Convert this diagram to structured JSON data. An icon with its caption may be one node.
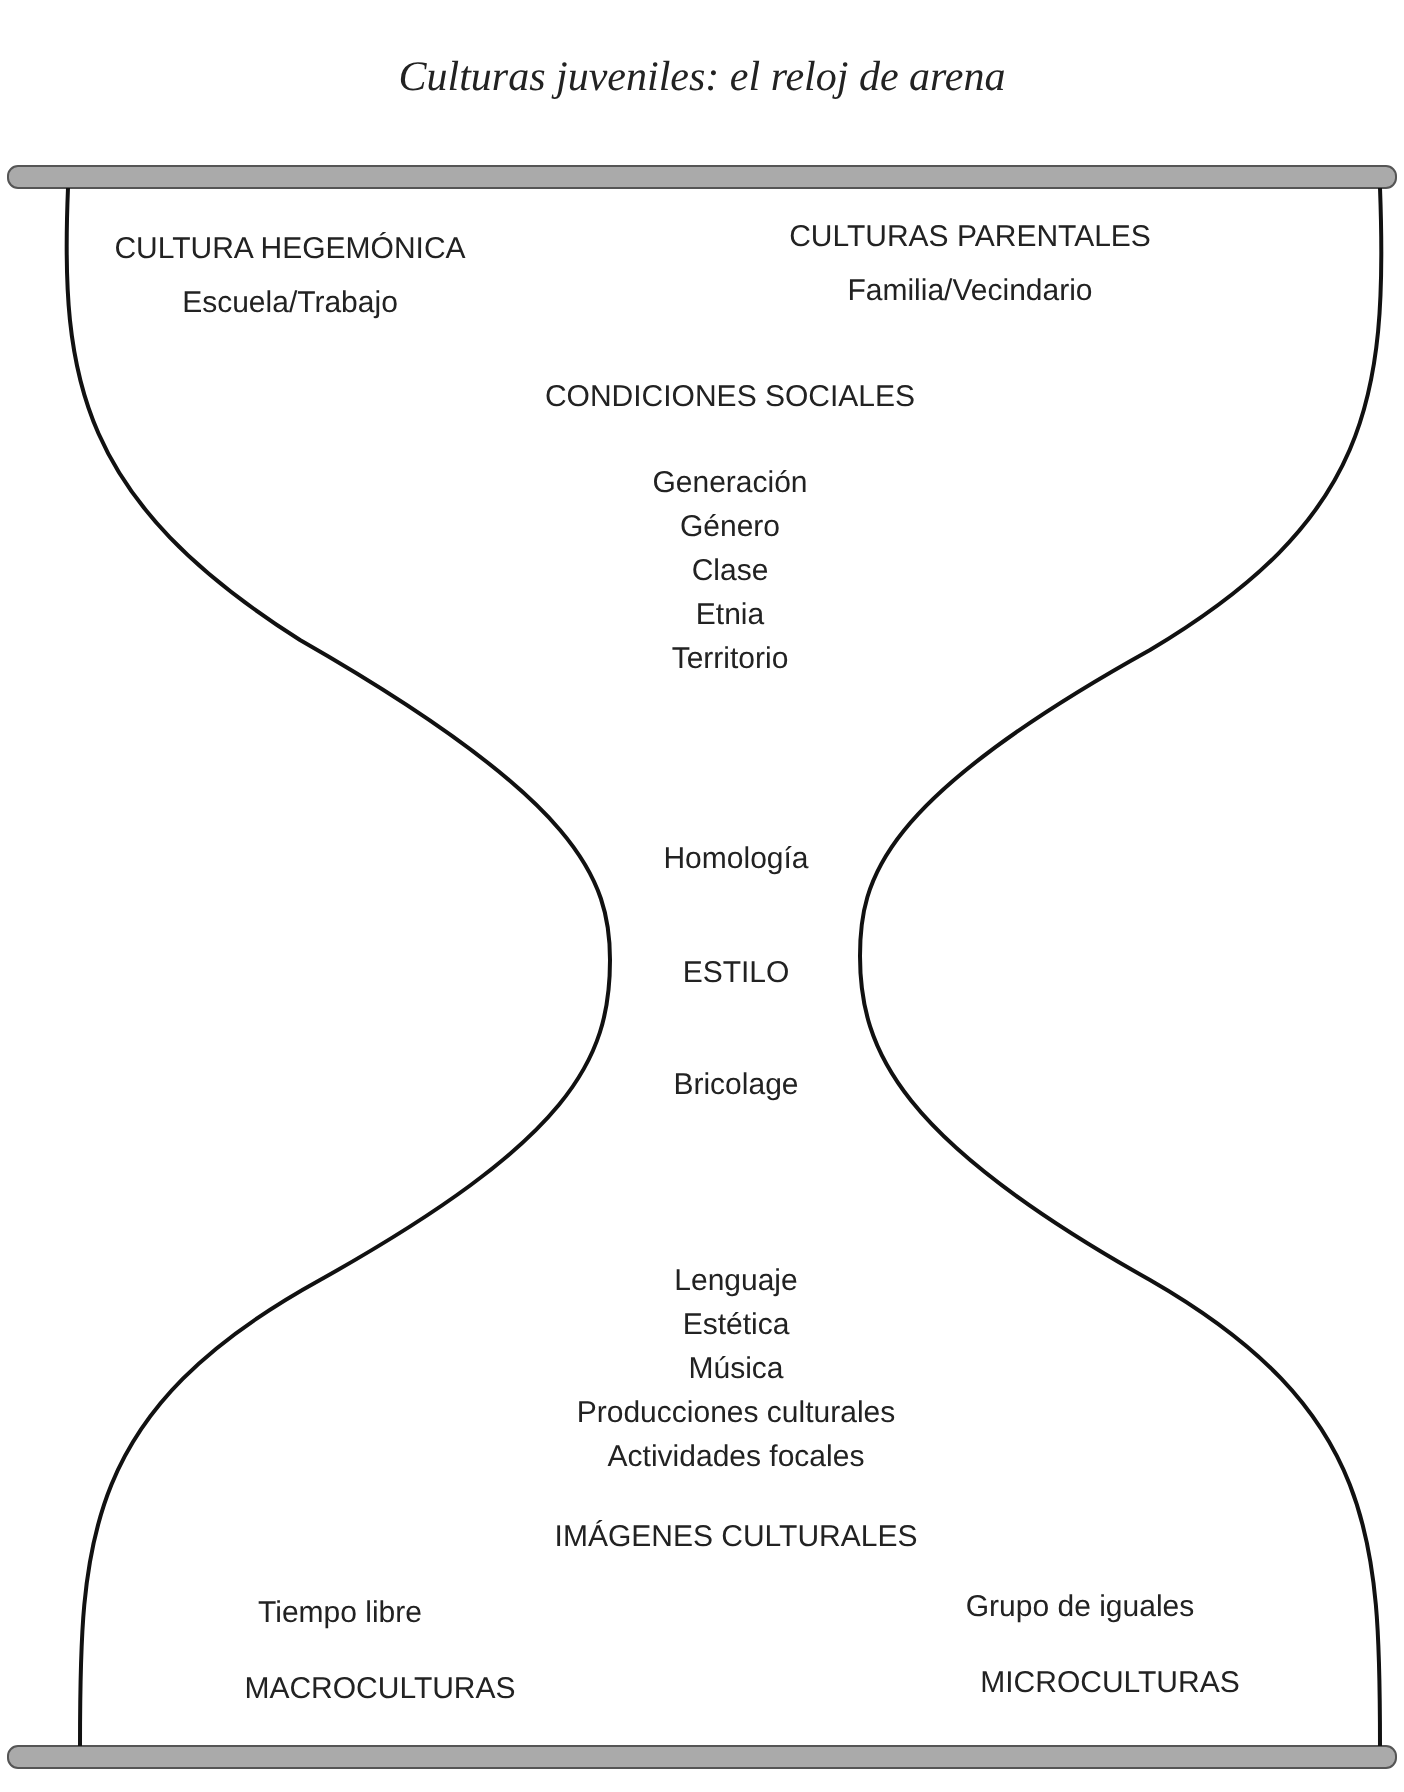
{
  "diagram": {
    "title": "Culturas juveniles: el reloj de arena",
    "labels": [
      "CULTURA HEGEMÓNICA",
      "CULTURAS PARENTALES",
      "Escuela/Trabajo",
      "Familia/Vecindario",
      "CONDICIONES SOCIALES",
      "Generación",
      "Género",
      "Clase",
      "Etnia",
      "Territorio",
      "Homología",
      "ESTILO",
      "Bricolage",
      "Lenguaje",
      "Estética",
      "Música",
      "Producciones culturales",
      "Actividades focales",
      "IMÁGENES CULTURALES",
      "Tiempo libre",
      "Grupo de iguales",
      "MACROCULTURAS",
      "MICROCULTURAS"
    ]
  }
}
